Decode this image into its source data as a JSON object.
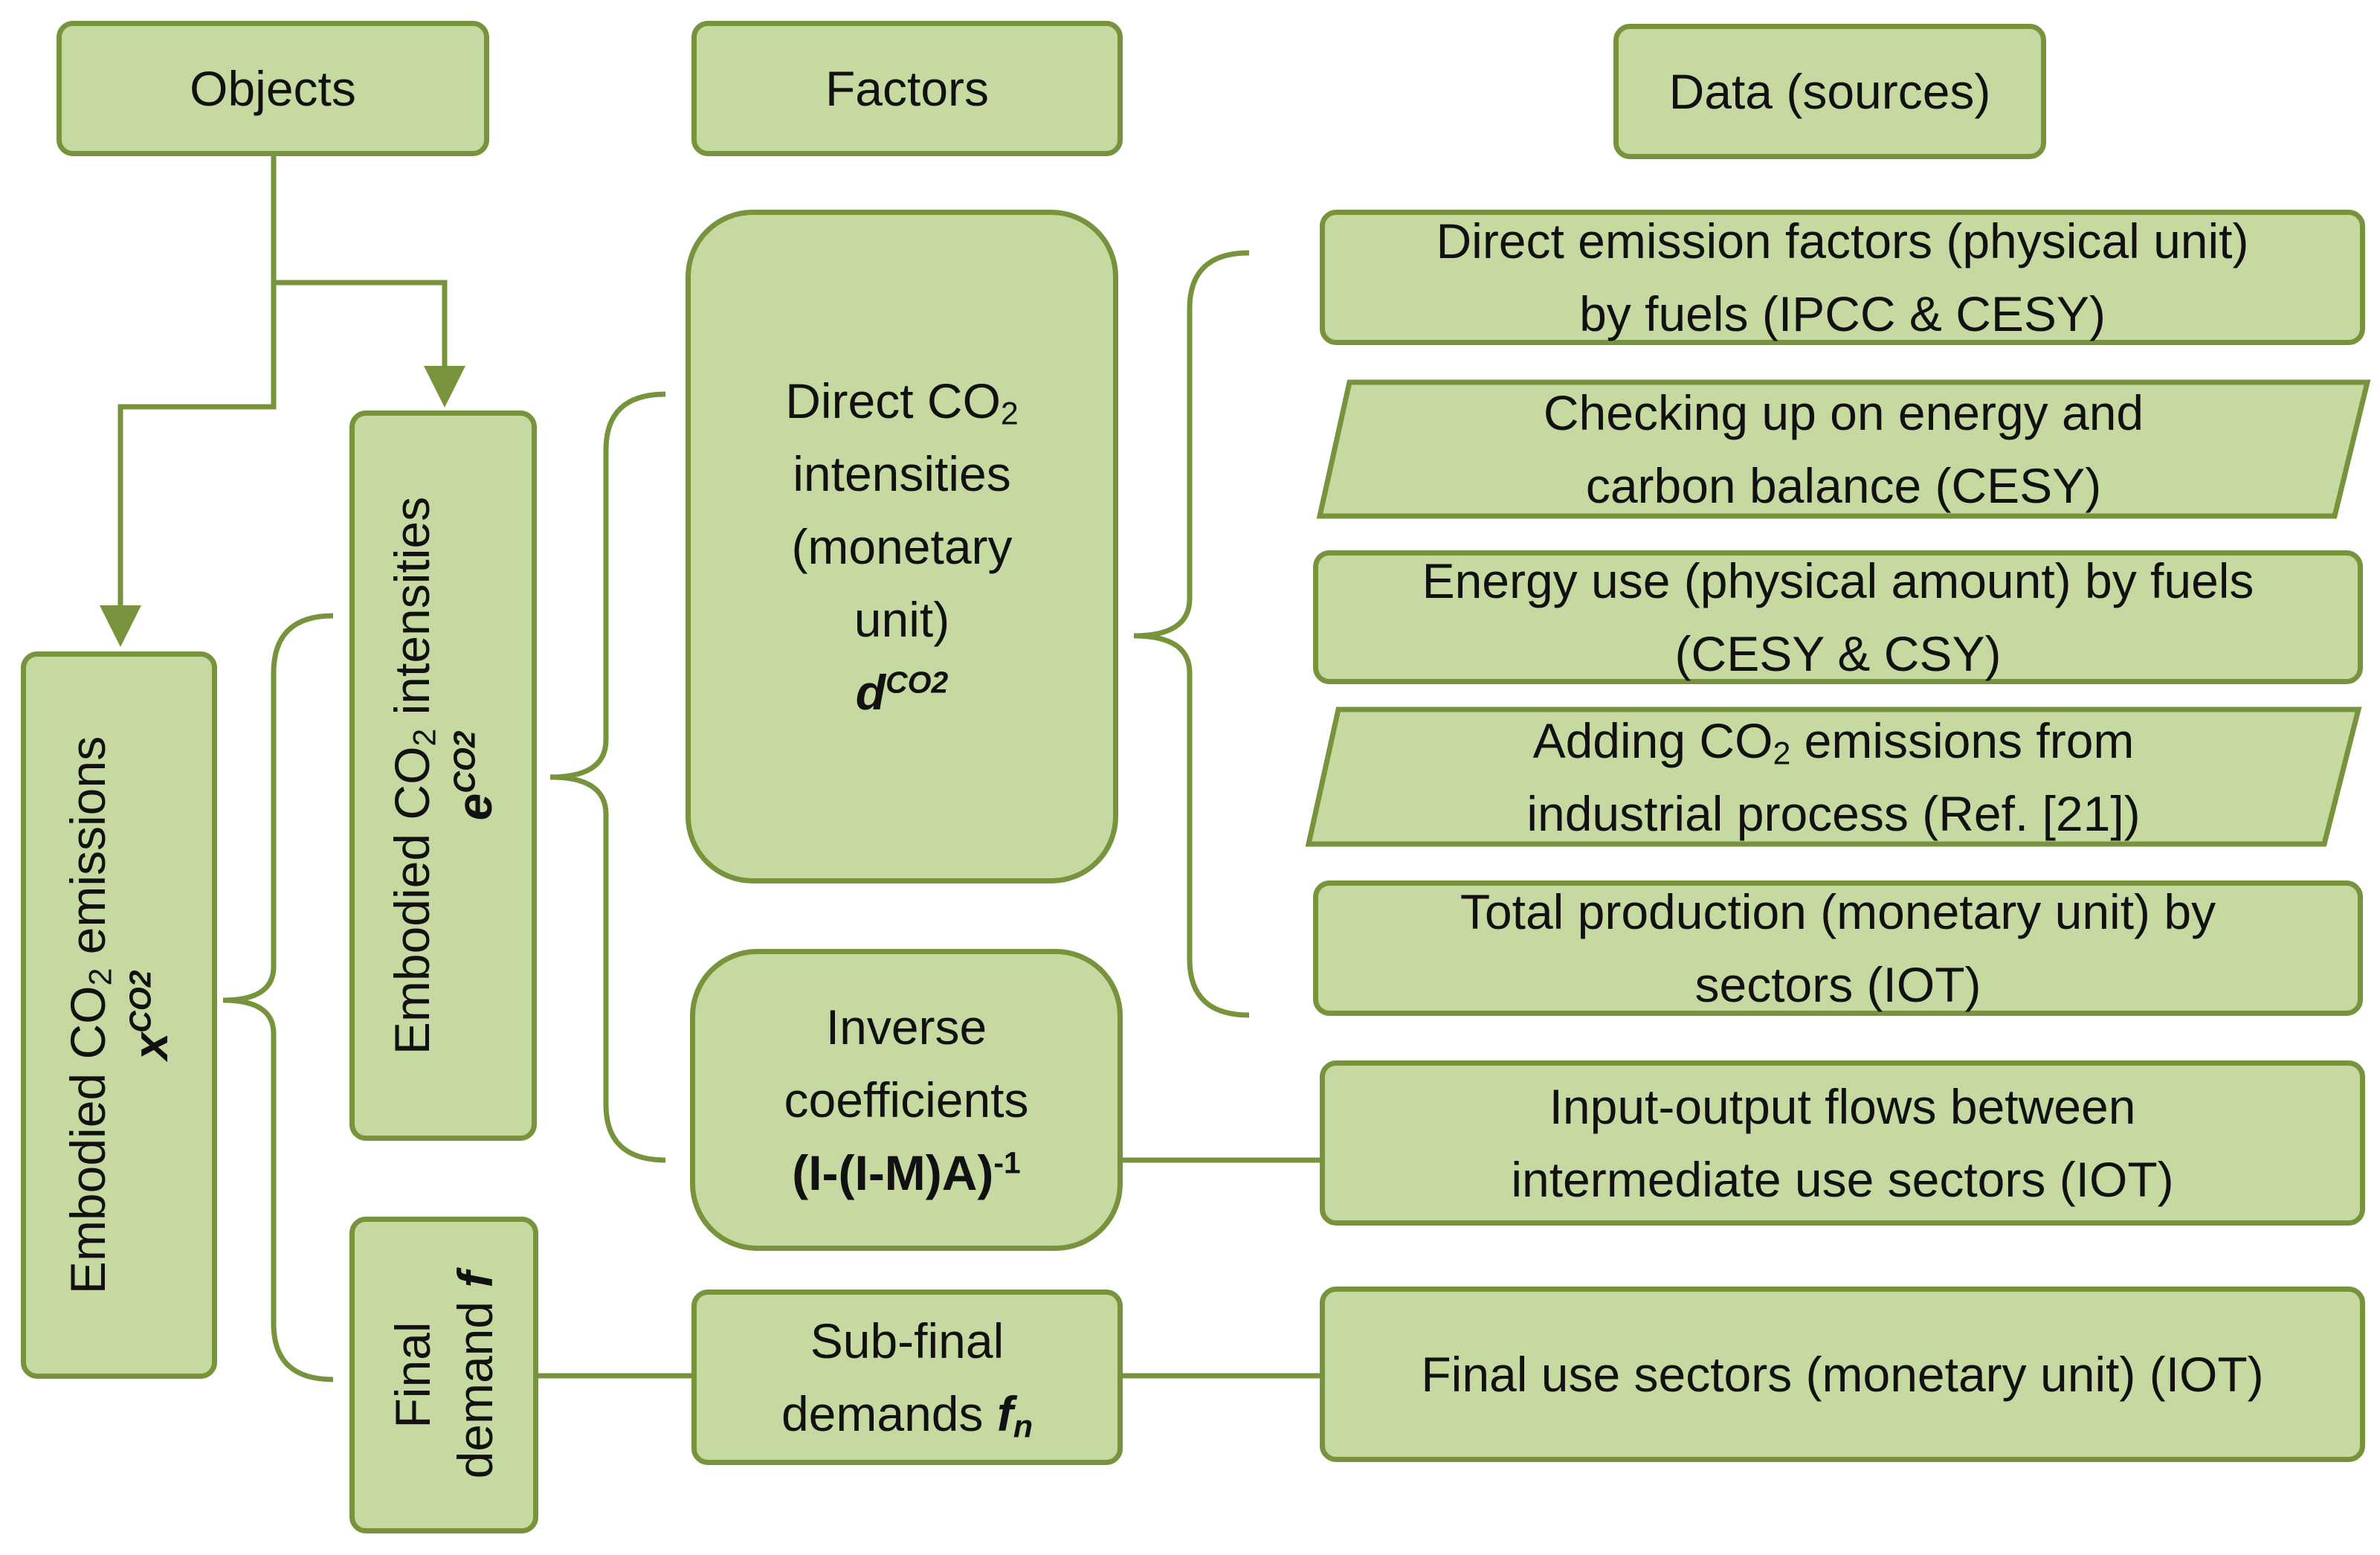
{
  "headers": {
    "objects": "Objects",
    "factors": "Factors",
    "data_sources": "Data (sources)"
  },
  "objects": {
    "embodied_emissions": {
      "label": "Embodied CO",
      "sub": "2",
      "rest": " emissions",
      "symbol": "x",
      "symbol_sup": "CO2"
    },
    "embodied_intensities": {
      "label": "Embodied CO",
      "sub": "2",
      "rest": " intensities",
      "symbol": "e",
      "symbol_sup": "CO2"
    },
    "final_demand": {
      "line1": "Final",
      "line2": "demand ",
      "symbol": "f"
    }
  },
  "factors": {
    "direct_intensities": {
      "line1a": "Direct CO",
      "line1_sub": "2",
      "line2": "intensities",
      "line3": "(monetary",
      "line4": "unit)",
      "symbol": "d",
      "symbol_sup": "CO2"
    },
    "inverse_coefficients": {
      "line1": "Inverse",
      "line2": "coefficients",
      "formula": "(I-(I-M)A)",
      "formula_sup": "-1"
    },
    "sub_final_demands": {
      "line1": "Sub-final",
      "line2": "demands ",
      "symbol": "f",
      "symbol_sub": "n"
    }
  },
  "data_sources": {
    "direct_emission_factors": {
      "line1": "Direct emission factors (physical unit)",
      "line2": "by fuels (IPCC & CESY)"
    },
    "checking_balance": {
      "line1": "Checking up on energy and",
      "line2": "carbon balance (CESY)"
    },
    "energy_use": {
      "line1": "Energy use (physical amount) by fuels",
      "line2": "(CESY & CSY)"
    },
    "adding_emissions": {
      "line1a": "Adding CO",
      "line1_sub": "2",
      "line1b": " emissions from",
      "line2": "industrial process  (Ref. [21])"
    },
    "total_production": {
      "line1": "Total production (monetary unit) by",
      "line2": "sectors (IOT)"
    },
    "io_flows": {
      "line1": "Input-output flows between",
      "line2": "intermediate use sectors (IOT)"
    },
    "final_use_sectors": {
      "line1": "Final use sectors (monetary unit)  (IOT)"
    }
  },
  "colors": {
    "fill": "#c6d9a0",
    "stroke": "#77933c",
    "text": "#111111"
  }
}
